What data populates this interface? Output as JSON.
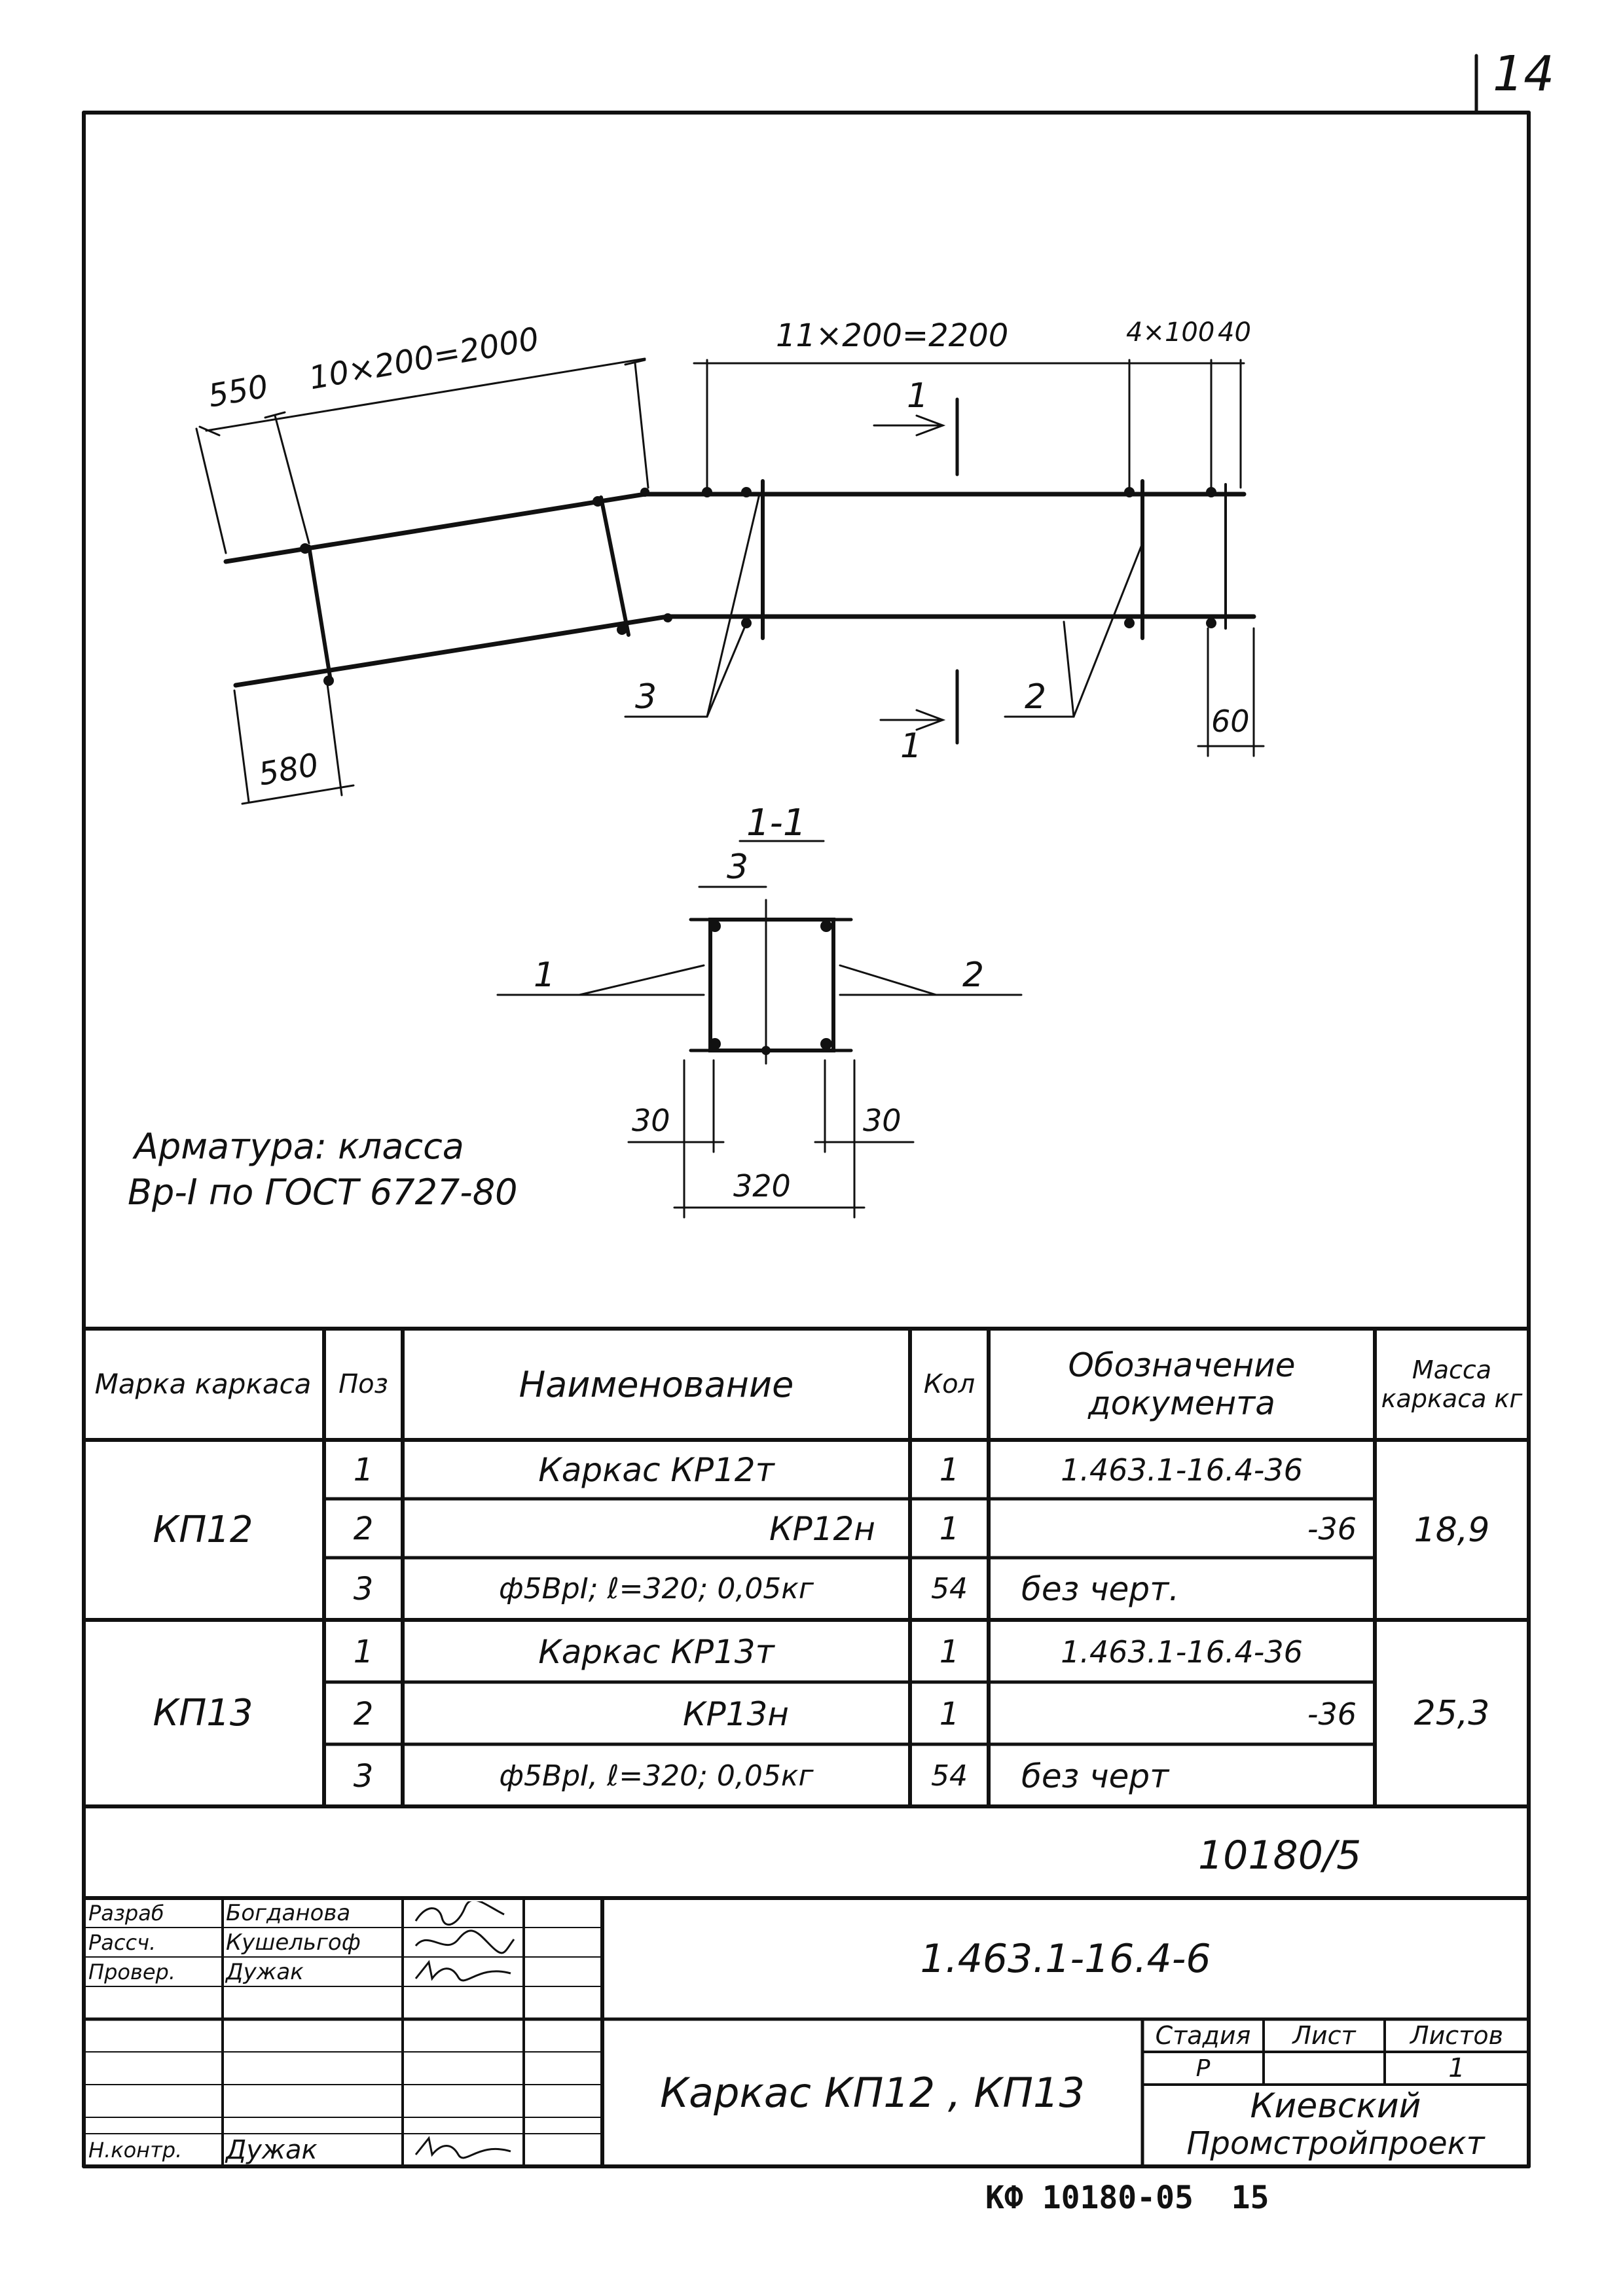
{
  "sheet_number": "14",
  "drawing": {
    "dims": {
      "d550": "550",
      "d10x200": "10×200=2000",
      "d11x200": "11×200=2200",
      "d4x100": "4×100",
      "d40": "40",
      "d580": "580",
      "d60": "60",
      "d30_left": "30",
      "d30_right": "30",
      "d320": "320"
    },
    "callouts": {
      "pos3": "3",
      "pos2": "2",
      "cut_top": "1",
      "cut_bottom": "1",
      "section_title": "1-1",
      "sec_pos3": "3",
      "sec_pos1": "1",
      "sec_pos2": "2"
    },
    "note_line1": "Арматура: класса",
    "note_line2": "Вр-I по ГОСТ 6727-80"
  },
  "spec_table": {
    "headers": {
      "mark": "Марка каркаса",
      "pos": "Поз",
      "name": "Наименование",
      "qty": "Кол",
      "doc": "Обозначение документа",
      "mass": "Масса каркаса кг"
    },
    "groups": [
      {
        "mark": "КП12",
        "mass": "18,9",
        "rows": [
          {
            "pos": "1",
            "name": "Каркас КР12т",
            "qty": "1",
            "doc": "1.463.1-16.4-36"
          },
          {
            "pos": "2",
            "name": "КР12н",
            "qty": "1",
            "doc": "-36"
          },
          {
            "pos": "3",
            "name": "ф5ВрI; ℓ=320; 0,05кг",
            "qty": "54",
            "doc": "без черт."
          }
        ]
      },
      {
        "mark": "КП13",
        "mass": "25,3",
        "rows": [
          {
            "pos": "1",
            "name": "Каркас КР13т",
            "qty": "1",
            "doc": "1.463.1-16.4-36"
          },
          {
            "pos": "2",
            "name": "КР13н",
            "qty": "1",
            "doc": "-36"
          },
          {
            "pos": "3",
            "name": "ф5ВрI, ℓ=320; 0,05кг",
            "qty": "54",
            "doc": "без черт"
          }
        ]
      }
    ]
  },
  "title_block": {
    "archive_number": "10180/5",
    "doc_code": "1.463.1-16.4-6",
    "drawing_title": "Каркас КП12 , КП13",
    "roles": [
      {
        "role": "Разраб",
        "name": "Богданова"
      },
      {
        "role": "Рассч.",
        "name": "Кушельгоф"
      },
      {
        "role": "Провер.",
        "name": "Дужак"
      },
      {
        "role": "",
        "name": ""
      },
      {
        "role": "",
        "name": ""
      },
      {
        "role": "",
        "name": ""
      },
      {
        "role": "Н.контр.",
        "name": "Дужак"
      }
    ],
    "stage_label": "Стадия",
    "sheet_label": "Лист",
    "sheets_label": "Листов",
    "stage_value": "Р",
    "sheet_value": "",
    "sheets_value": "1",
    "organization_line1": "Киевский",
    "organization_line2": "Промстройпроект"
  },
  "footer_stamp": "КФ 10180-05  15"
}
